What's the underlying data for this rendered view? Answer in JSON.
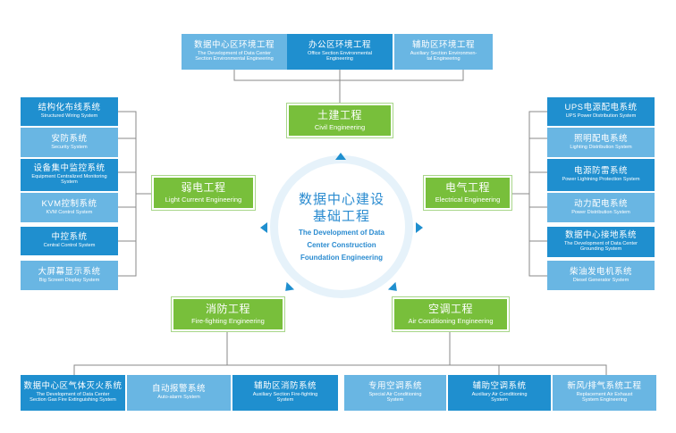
{
  "center": {
    "zh_line1": "数据中心建设",
    "zh_line2": "基础工程",
    "en_line1": "The Development of Data",
    "en_line2": "Center   Construction",
    "en_line3": "Foundation Engineering"
  },
  "categories": {
    "civil": {
      "zh": "土建工程",
      "en": "Civil Engineering"
    },
    "weak": {
      "zh": "弱电工程",
      "en": "Light Current Engineering"
    },
    "electrical": {
      "zh": "电气工程",
      "en": "Electrical Engineering"
    },
    "fire": {
      "zh": "消防工程",
      "en": "Fire-fighting Engineering"
    },
    "ac": {
      "zh": "空调工程",
      "en": "Air Conditioning Engineering"
    }
  },
  "civil_items": [
    {
      "zh": "数据中心区环境工程",
      "en1": "The Development of Data Center",
      "en2": "Section Environmental Engineering"
    },
    {
      "zh": "办公区环境工程",
      "en1": "Office Section Environmental",
      "en2": "Engineering"
    },
    {
      "zh": "辅助区环境工程",
      "en1": "Auxiliary Section Environmen-",
      "en2": "tal Engineering"
    }
  ],
  "weak_items": [
    {
      "zh": "结构化布线系统",
      "en1": "Structured Wiring System",
      "en2": ""
    },
    {
      "zh": "安防系统",
      "en1": "Security System",
      "en2": ""
    },
    {
      "zh": "设备集中监控系统",
      "en1": "Equipment Centralized Monitoring",
      "en2": "System"
    },
    {
      "zh": "KVM控制系统",
      "en1": "KVM Control System",
      "en2": ""
    },
    {
      "zh": "中控系统",
      "en1": "Central Control System",
      "en2": ""
    },
    {
      "zh": "大屏幕显示系统",
      "en1": "Big Screen Display System",
      "en2": ""
    }
  ],
  "electrical_items": [
    {
      "zh": "UPS电源配电系统",
      "en1": "UPS Power Distribution System",
      "en2": ""
    },
    {
      "zh": "照明配电系统",
      "en1": "Lighting Distribution System",
      "en2": ""
    },
    {
      "zh": "电源防雷系统",
      "en1": "Power Lightning Protection System",
      "en2": ""
    },
    {
      "zh": "动力配电系统",
      "en1": "Power Distribution System",
      "en2": ""
    },
    {
      "zh": "数据中心接地系统",
      "en1": "The Development of Data Center",
      "en2": "Grounding System"
    },
    {
      "zh": "柴油发电机系统",
      "en1": "Diesel Generator System",
      "en2": ""
    }
  ],
  "fire_items": [
    {
      "zh": "数据中心区气体灭火系统",
      "en1": "The Development of Data Center",
      "en2": "Section Gas Fire Extinguishing System"
    },
    {
      "zh": "自动报警系统",
      "en1": "Auto-alarm System",
      "en2": ""
    },
    {
      "zh": "辅助区消防系统",
      "en1": "Auxiliary Section Fire-fighting",
      "en2": "System"
    }
  ],
  "ac_items": [
    {
      "zh": "专用空调系统",
      "en1": "Special Air Conditioning",
      "en2": "System"
    },
    {
      "zh": "辅助空调系统",
      "en1": "Auxiliary Air Conditioning",
      "en2": "System"
    },
    {
      "zh": "新风/排气系统工程",
      "en1": "Replacement Air Exhaust",
      "en2": "System Engineering"
    }
  ],
  "colors": {
    "dark_blue": "#1f8fcf",
    "light_blue": "#69b6e3",
    "green": "#78bf3b",
    "line": "#8a8a8a",
    "ring": "#e6f2fa"
  }
}
